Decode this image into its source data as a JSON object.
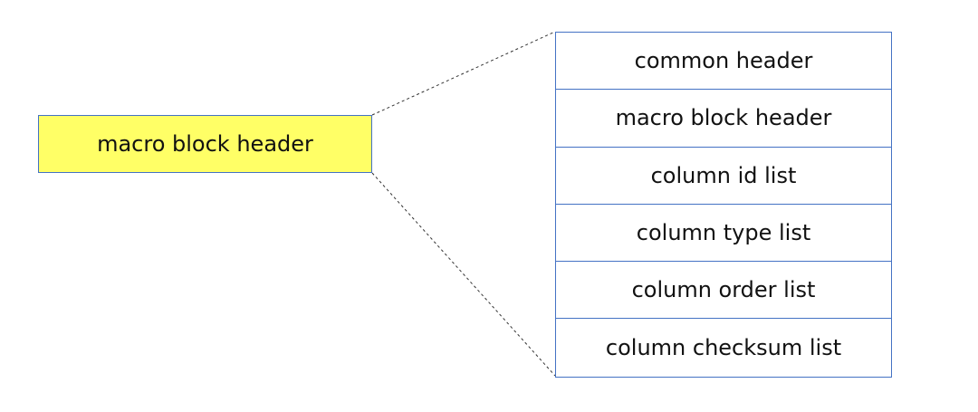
{
  "diagram": {
    "source_block": {
      "label": "macro block header",
      "fill_color": "#ffff66",
      "border_color": "#4472c4"
    },
    "expanded_fields": [
      "common header",
      "macro block header",
      "column id list",
      "column type list",
      "column order list",
      "column checksum list"
    ],
    "connector_style": "dashed"
  }
}
